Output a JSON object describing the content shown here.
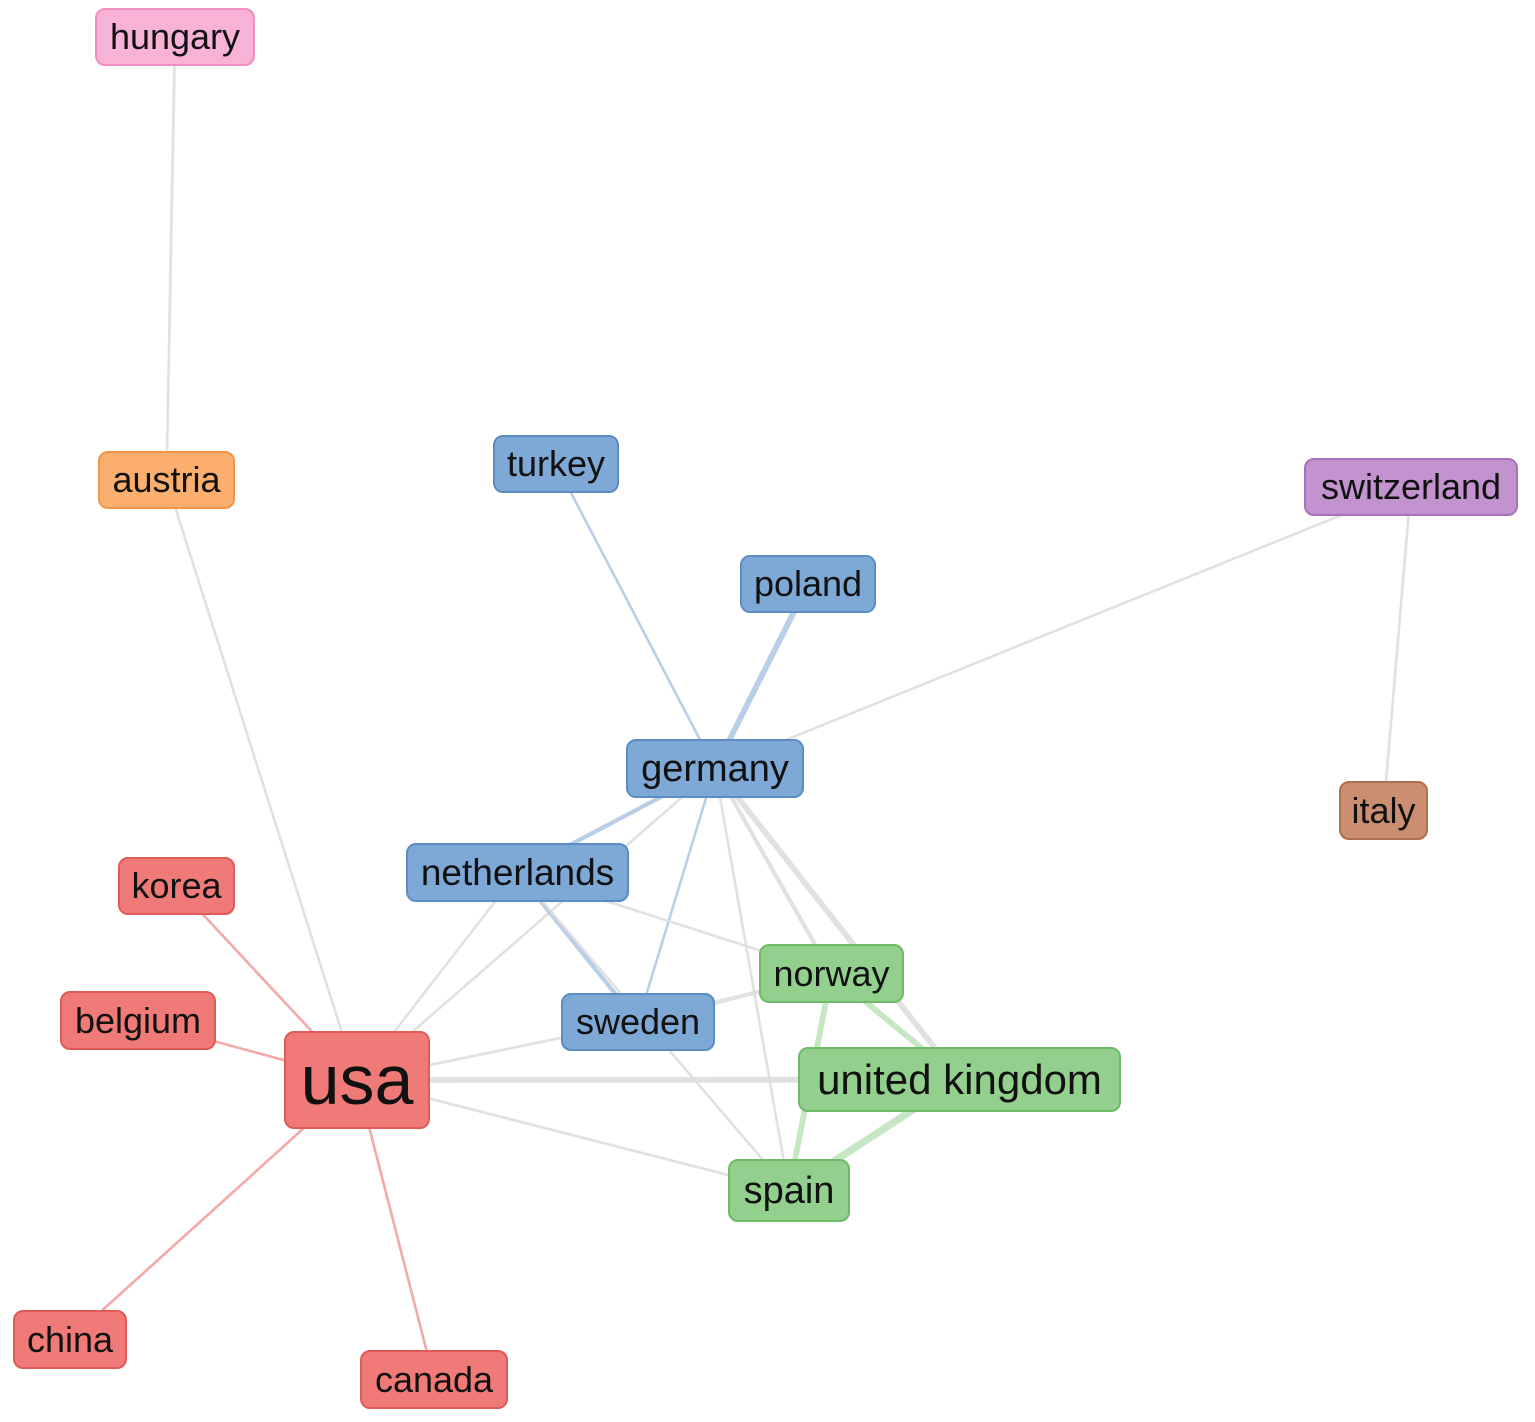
{
  "clusters": [
    {
      "id": "red",
      "fill": "#f07a78",
      "border": "#e05a58",
      "edge": "#f08c8c"
    },
    {
      "id": "blue",
      "fill": "#7ea8d6",
      "border": "#5b8cc4",
      "edge": "#a9c4e4"
    },
    {
      "id": "green",
      "fill": "#93d08d",
      "border": "#6dbb67",
      "edge": "#bfe3bb"
    },
    {
      "id": "orange",
      "fill": "#fcae6e",
      "border": "#f39448",
      "edge": "#dddddd"
    },
    {
      "id": "pink",
      "fill": "#f8b2d6",
      "border": "#ef8ec0",
      "edge": "#dddddd"
    },
    {
      "id": "purple",
      "fill": "#c393cf",
      "border": "#a871b8",
      "edge": "#dddddd"
    },
    {
      "id": "brown",
      "fill": "#cb8e72",
      "border": "#b0704f",
      "edge": "#dddddd"
    }
  ],
  "nodes": [
    {
      "id": "hungary",
      "label": "hungary",
      "cluster": "pink",
      "weight": 1
    },
    {
      "id": "austria",
      "label": "austria",
      "cluster": "orange",
      "weight": 1
    },
    {
      "id": "turkey",
      "label": "turkey",
      "cluster": "blue",
      "weight": 1
    },
    {
      "id": "poland",
      "label": "poland",
      "cluster": "blue",
      "weight": 1
    },
    {
      "id": "switzerland",
      "label": "switzerland",
      "cluster": "purple",
      "weight": 1
    },
    {
      "id": "germany",
      "label": "germany",
      "cluster": "blue",
      "weight": 2
    },
    {
      "id": "italy",
      "label": "italy",
      "cluster": "brown",
      "weight": 1
    },
    {
      "id": "korea",
      "label": "korea",
      "cluster": "red",
      "weight": 1
    },
    {
      "id": "netherlands",
      "label": "netherlands",
      "cluster": "blue",
      "weight": 2
    },
    {
      "id": "norway",
      "label": "norway",
      "cluster": "green",
      "weight": 1
    },
    {
      "id": "belgium",
      "label": "belgium",
      "cluster": "red",
      "weight": 1
    },
    {
      "id": "sweden",
      "label": "sweden",
      "cluster": "blue",
      "weight": 1
    },
    {
      "id": "usa",
      "label": "usa",
      "cluster": "red",
      "weight": 5
    },
    {
      "id": "united_kingdom",
      "label": "united kingdom",
      "cluster": "green",
      "weight": 3
    },
    {
      "id": "spain",
      "label": "spain",
      "cluster": "green",
      "weight": 2
    },
    {
      "id": "china",
      "label": "china",
      "cluster": "red",
      "weight": 1
    },
    {
      "id": "canada",
      "label": "canada",
      "cluster": "red",
      "weight": 1
    }
  ],
  "edges": [
    {
      "source": "hungary",
      "target": "austria",
      "weight": 1,
      "color": "gray"
    },
    {
      "source": "austria",
      "target": "usa",
      "weight": 1,
      "color": "gray"
    },
    {
      "source": "turkey",
      "target": "germany",
      "weight": 1,
      "color": "blue"
    },
    {
      "source": "poland",
      "target": "germany",
      "weight": 3,
      "color": "blue"
    },
    {
      "source": "switzerland",
      "target": "germany",
      "weight": 1,
      "color": "gray"
    },
    {
      "source": "switzerland",
      "target": "italy",
      "weight": 1,
      "color": "gray"
    },
    {
      "source": "germany",
      "target": "netherlands",
      "weight": 2,
      "color": "blue"
    },
    {
      "source": "germany",
      "target": "sweden",
      "weight": 1,
      "color": "blue"
    },
    {
      "source": "germany",
      "target": "norway",
      "weight": 2,
      "color": "gray"
    },
    {
      "source": "germany",
      "target": "united_kingdom",
      "weight": 3,
      "color": "gray"
    },
    {
      "source": "germany",
      "target": "spain",
      "weight": 1,
      "color": "gray"
    },
    {
      "source": "germany",
      "target": "usa",
      "weight": 1,
      "color": "gray"
    },
    {
      "source": "netherlands",
      "target": "sweden",
      "weight": 2,
      "color": "blue"
    },
    {
      "source": "netherlands",
      "target": "norway",
      "weight": 1,
      "color": "gray"
    },
    {
      "source": "netherlands",
      "target": "usa",
      "weight": 1,
      "color": "gray"
    },
    {
      "source": "netherlands",
      "target": "spain",
      "weight": 1,
      "color": "gray"
    },
    {
      "source": "sweden",
      "target": "norway",
      "weight": 2,
      "color": "gray"
    },
    {
      "source": "sweden",
      "target": "usa",
      "weight": 1,
      "color": "gray"
    },
    {
      "source": "norway",
      "target": "united_kingdom",
      "weight": 3,
      "color": "green"
    },
    {
      "source": "norway",
      "target": "spain",
      "weight": 3,
      "color": "green"
    },
    {
      "source": "united_kingdom",
      "target": "spain",
      "weight": 4,
      "color": "green"
    },
    {
      "source": "usa",
      "target": "united_kingdom",
      "weight": 3,
      "color": "gray"
    },
    {
      "source": "usa",
      "target": "spain",
      "weight": 1,
      "color": "gray"
    },
    {
      "source": "usa",
      "target": "korea",
      "weight": 1,
      "color": "red"
    },
    {
      "source": "usa",
      "target": "belgium",
      "weight": 1,
      "color": "red"
    },
    {
      "source": "usa",
      "target": "china",
      "weight": 1,
      "color": "red"
    },
    {
      "source": "usa",
      "target": "canada",
      "weight": 1,
      "color": "red"
    }
  ]
}
